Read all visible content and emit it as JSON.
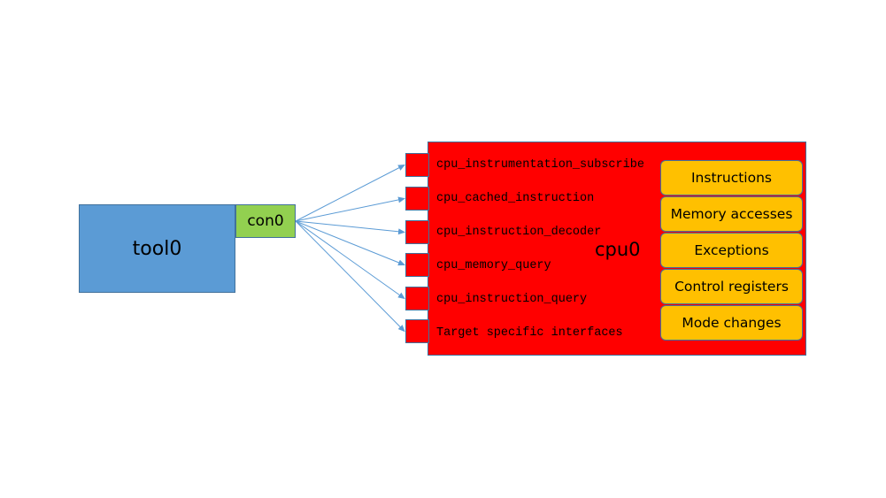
{
  "diagram": {
    "tool": {
      "label": "tool0"
    },
    "connector": {
      "label": "con0"
    },
    "cpu": {
      "label": "cpu0"
    },
    "interfaces": [
      "cpu_instrumentation_subscribe",
      "cpu_cached_instruction",
      "cpu_instruction_decoder",
      "cpu_memory_query",
      "cpu_instruction_query",
      "Target specific interfaces"
    ],
    "capabilities": [
      "Instructions",
      "Memory accesses",
      "Exceptions",
      "Control registers",
      "Mode changes"
    ],
    "colors": {
      "tool": "#5b9bd5",
      "connector": "#92d050",
      "cpu": "#ff0000",
      "capability": "#ffc000",
      "arrow": "#5b9bd5",
      "border": "#41719c"
    }
  }
}
